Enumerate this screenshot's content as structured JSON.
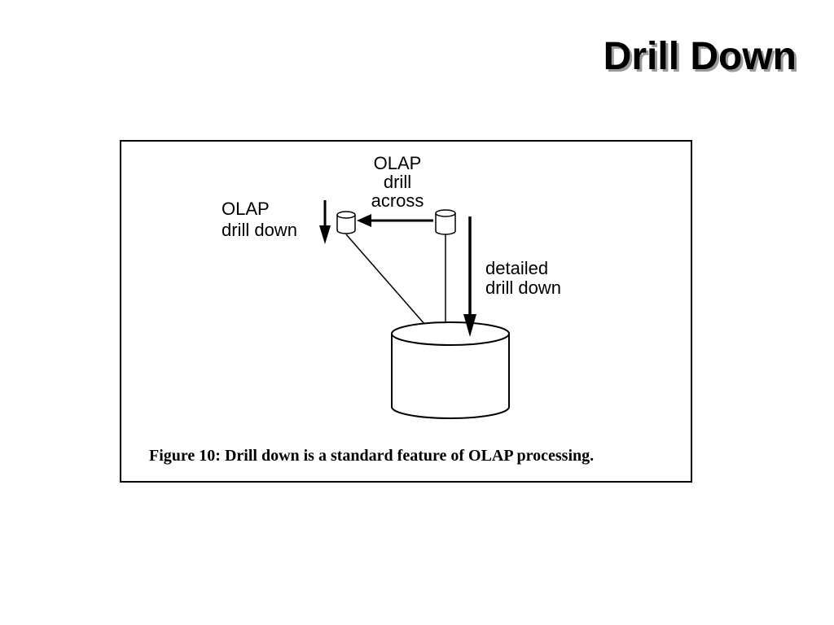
{
  "slide": {
    "title": "Drill Down"
  },
  "figure": {
    "labels": {
      "olap_drill_across": [
        "OLAP",
        "drill",
        "across"
      ],
      "olap_drill_down": [
        "OLAP",
        "drill down"
      ],
      "detailed_drill_down": [
        "detailed",
        "drill down"
      ]
    },
    "caption": "Figure 10:  Drill down is a standard feature of OLAP processing."
  }
}
